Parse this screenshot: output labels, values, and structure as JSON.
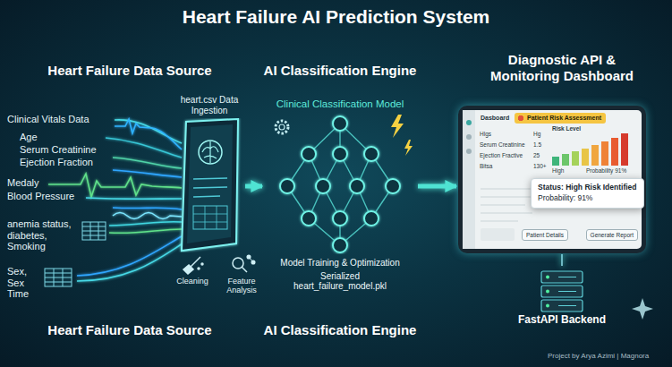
{
  "diagram": {
    "title": "Heart Failure AI Prediction System",
    "nodes": [
      {
        "text": [
          "heart.csv Data Ingestion"
        ]
      },
      {
        "text": [
          "Clinical Classification Model",
          "Model Training & Optimization",
          "Serialized heart_failure_model.pkl"
        ]
      },
      {
        "text": [
          "Dasboard"
        ]
      },
      {
        "text": [
          "Patient Risk Assessment"
        ],
        "in": 2
      },
      {
        "text": [
          "Status: High Risk Identified",
          "Probability: 91%"
        ],
        "in": 2
      },
      {
        "text": [
          "Patient Details"
        ],
        "in": 2
      },
      {
        "text": [
          "Generate Report"
        ],
        "in": 2
      },
      {
        "text": [
          "FastAPI Backend"
        ]
      }
    ],
    "edges": [
      {
        "from": 0,
        "to": 1,
        "arrow": "to"
      },
      {
        "from": 1,
        "to": 2,
        "arrow": "to"
      },
      {
        "from": 2,
        "to": 7,
        "arrow": "none"
      }
    ],
    "labels": [
      "Heart Failure Data Source",
      "AI Classification Engine",
      "Diagnostic API & Monitoring Dashboard",
      "Clinical Vitals Data",
      "Age",
      "Serum Creatinine",
      "Ejection Fraction",
      "Medaly",
      "Blood Pressure",
      "anemia status, diabetes, Smoking",
      "Sex, Sex Time",
      "Cleaning",
      "Feature Analysis",
      "Hlgs",
      "Hg",
      "Serum Creatinine",
      "1.5",
      "Ejection Fractive",
      "25",
      "Bitsa",
      "130+",
      "Risk Level",
      "High",
      "Probability 91%",
      "Heart Failure Data Source",
      "AI Classification Engine",
      "Project by Arya Azimi | Magnora"
    ]
  }
}
